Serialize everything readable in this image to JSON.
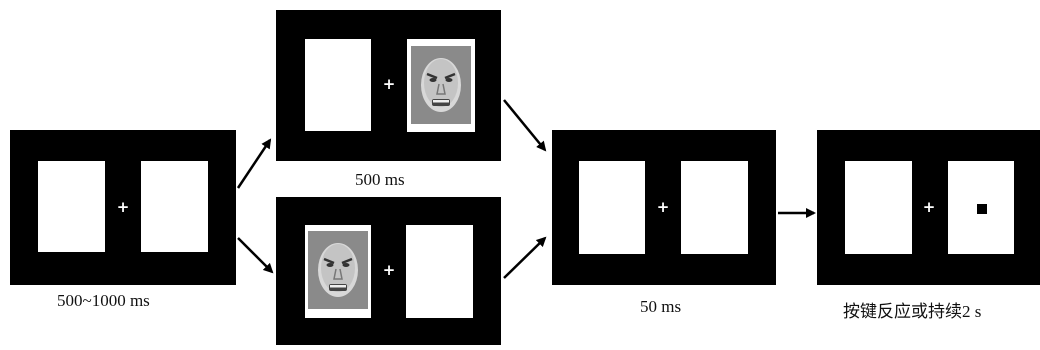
{
  "stages": {
    "fixation": {
      "caption": "500~1000 ms"
    },
    "cue": {
      "caption": "500 ms"
    },
    "blank": {
      "caption": "50 ms"
    },
    "target": {
      "caption": "按键反应或持续2 s"
    }
  },
  "fixation_symbol": "+",
  "icons": {
    "face": "angry-face-icon",
    "probe": "square-probe-icon",
    "arrow": "arrow-icon"
  }
}
